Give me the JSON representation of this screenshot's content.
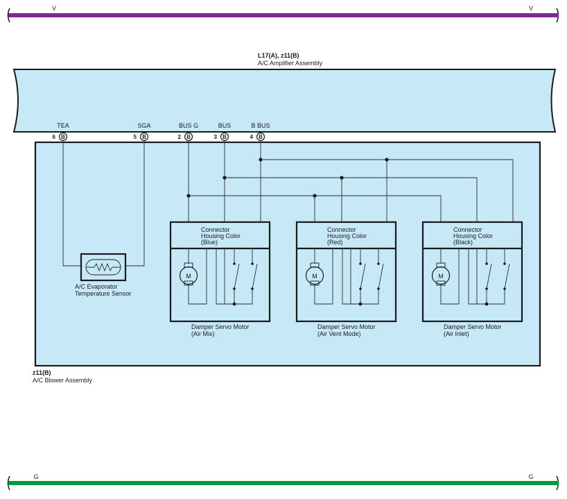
{
  "bus_top": {
    "label_left": "V",
    "label_right": "V",
    "color": "#7a2d8c"
  },
  "bus_bottom": {
    "label_left": "G",
    "label_right": "G",
    "color": "#009a44"
  },
  "amplifier": {
    "connector": "L17(A), z11(B)",
    "name": "A/C Amplifier Assembly",
    "fill": "#c6e8f7"
  },
  "terminals": [
    {
      "name": "TEA",
      "pin": "6",
      "conn": "B"
    },
    {
      "name": "SGA",
      "pin": "5",
      "conn": "B"
    },
    {
      "name": "BUS G",
      "pin": "2",
      "conn": "B"
    },
    {
      "name": "BUS",
      "pin": "3",
      "conn": "B"
    },
    {
      "name": "B BUS",
      "pin": "4",
      "conn": "B"
    }
  ],
  "blower": {
    "connector": "z11(B)",
    "name": "A/C Blower Assembly"
  },
  "sensor": {
    "line1": "A/C Evaporator",
    "line2": "Temperature Sensor"
  },
  "motors": [
    {
      "conn_line1": "Connector",
      "conn_line2": "Housing Color",
      "conn_line3": "(Blue)",
      "name": "Damper Servo Motor",
      "sub": "(Air Mix)",
      "motor_label": "M"
    },
    {
      "conn_line1": "Connector",
      "conn_line2": "Housing Color",
      "conn_line3": "(Red)",
      "name": "Damper Servo Motor",
      "sub": "(Air Vent Mode)",
      "motor_label": "M"
    },
    {
      "conn_line1": "Connector",
      "conn_line2": "Housing Color",
      "conn_line3": "(Black)",
      "name": "Damper Servo Motor",
      "sub": "(Air Inlet)",
      "motor_label": "M"
    }
  ]
}
